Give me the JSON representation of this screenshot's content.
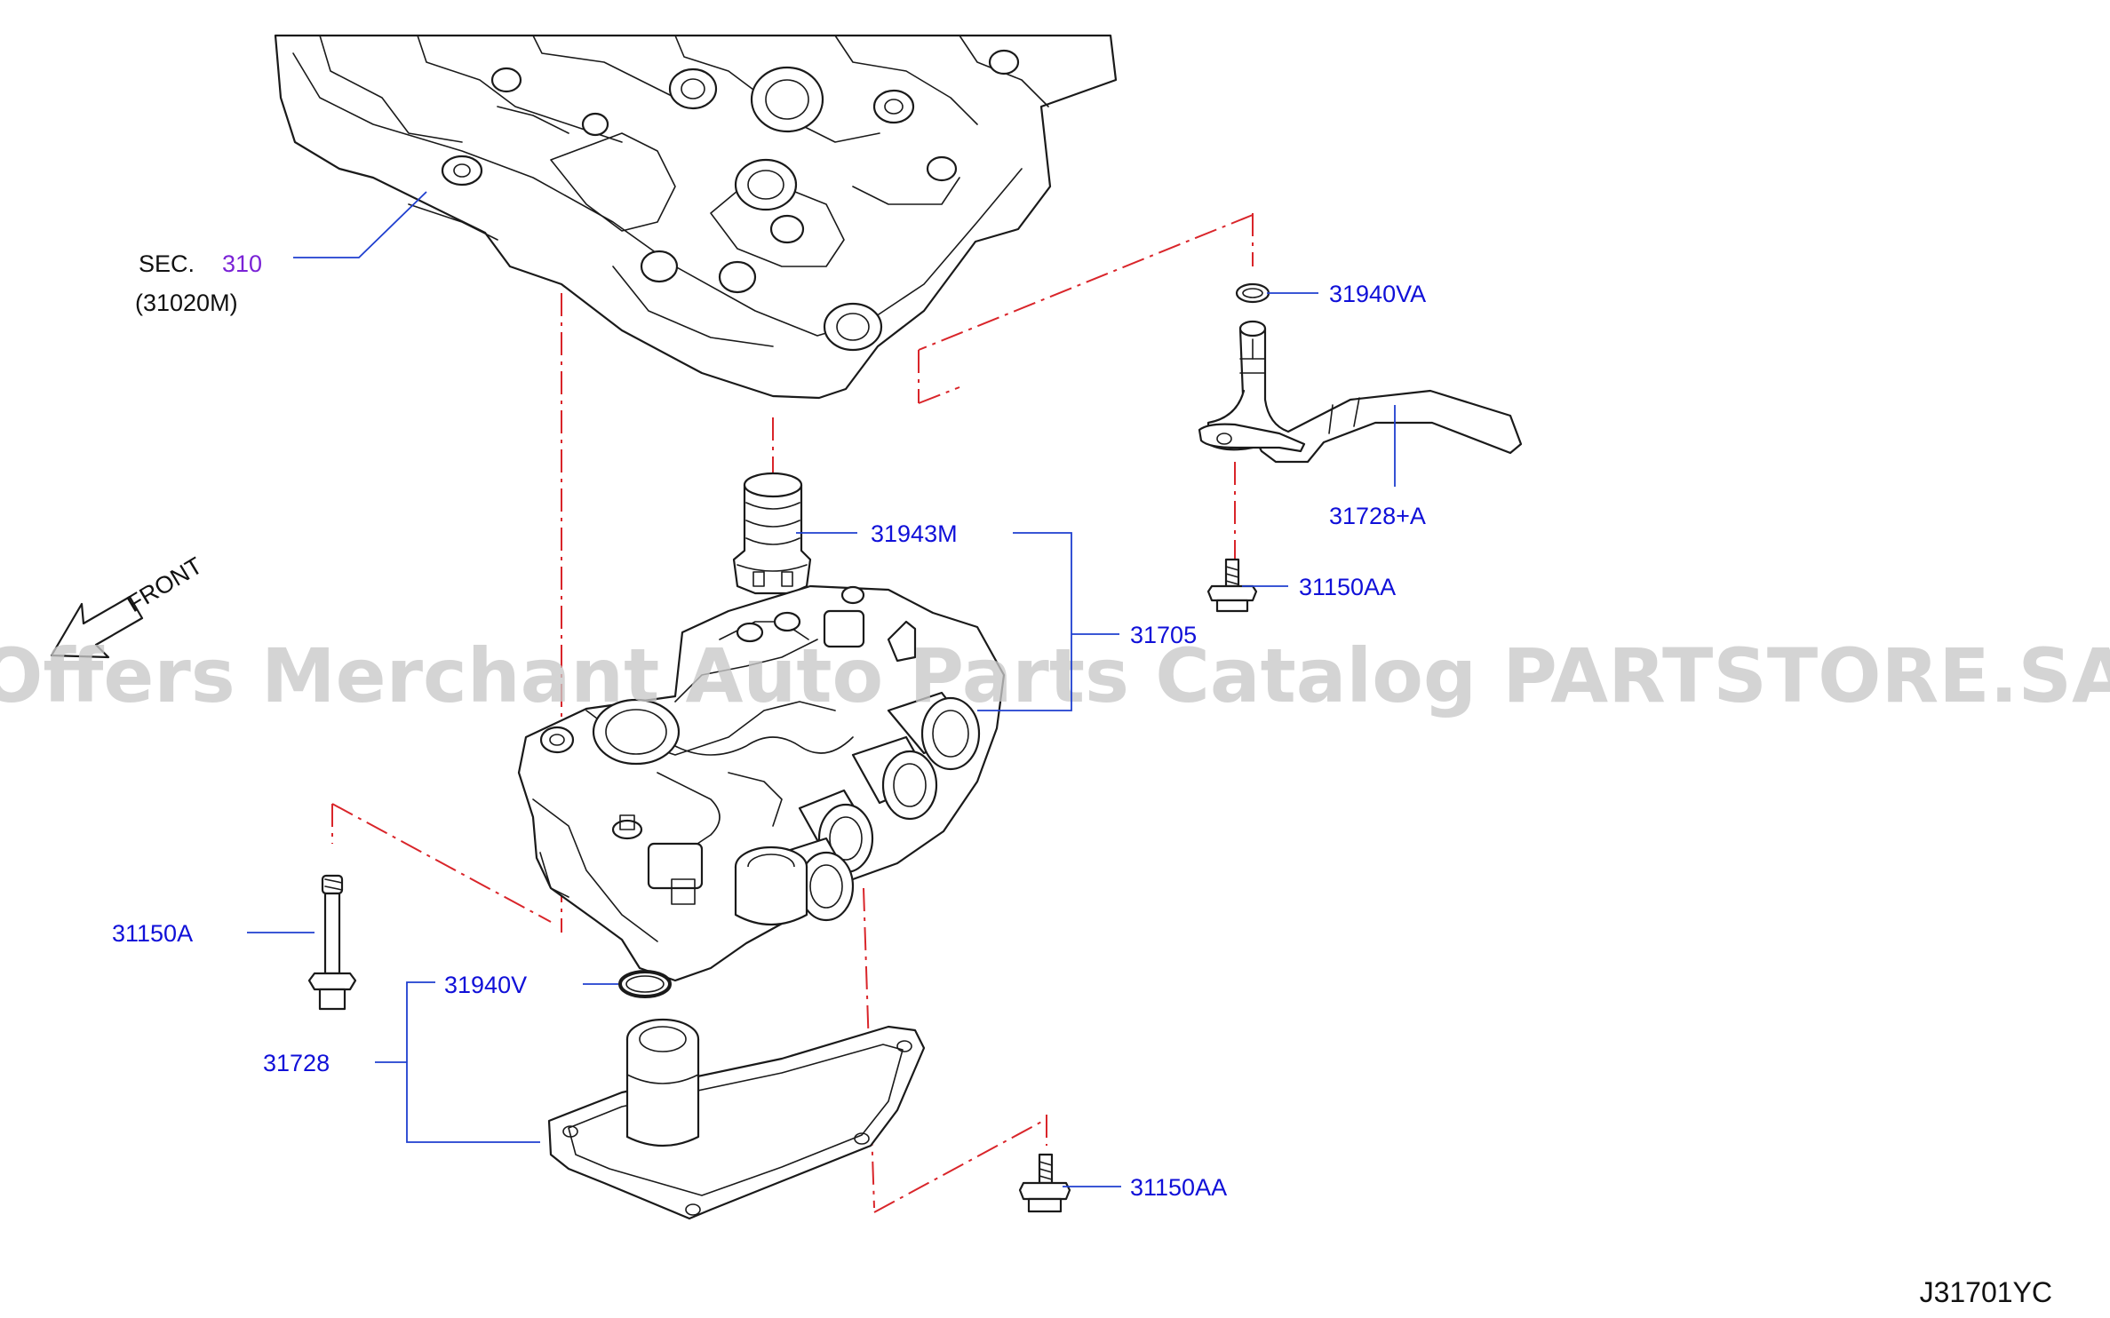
{
  "diagram": {
    "sec_prefix": "SEC.",
    "sec_number": "310",
    "sec_sub": "(31020M)",
    "direction_label": "FRONT",
    "watermark": "Offers Merchant Auto Parts Catalog PARTSTORE.SA",
    "drawing_code": "J31701YC",
    "parts": {
      "p31940VA": "31940VA",
      "p31728A": "31728+A",
      "p31150AA_top": "31150AA",
      "p31943M": "31943M",
      "p31705": "31705",
      "p31150A": "31150A",
      "p31940V": "31940V",
      "p31728": "31728",
      "p31150AA_bottom": "31150AA"
    },
    "colors": {
      "label": "#1010d8",
      "section_ref": "#7a22d6",
      "leader": "#1f3fcf",
      "centerline": "#d9252a",
      "watermark": "#c9c9c9"
    }
  }
}
